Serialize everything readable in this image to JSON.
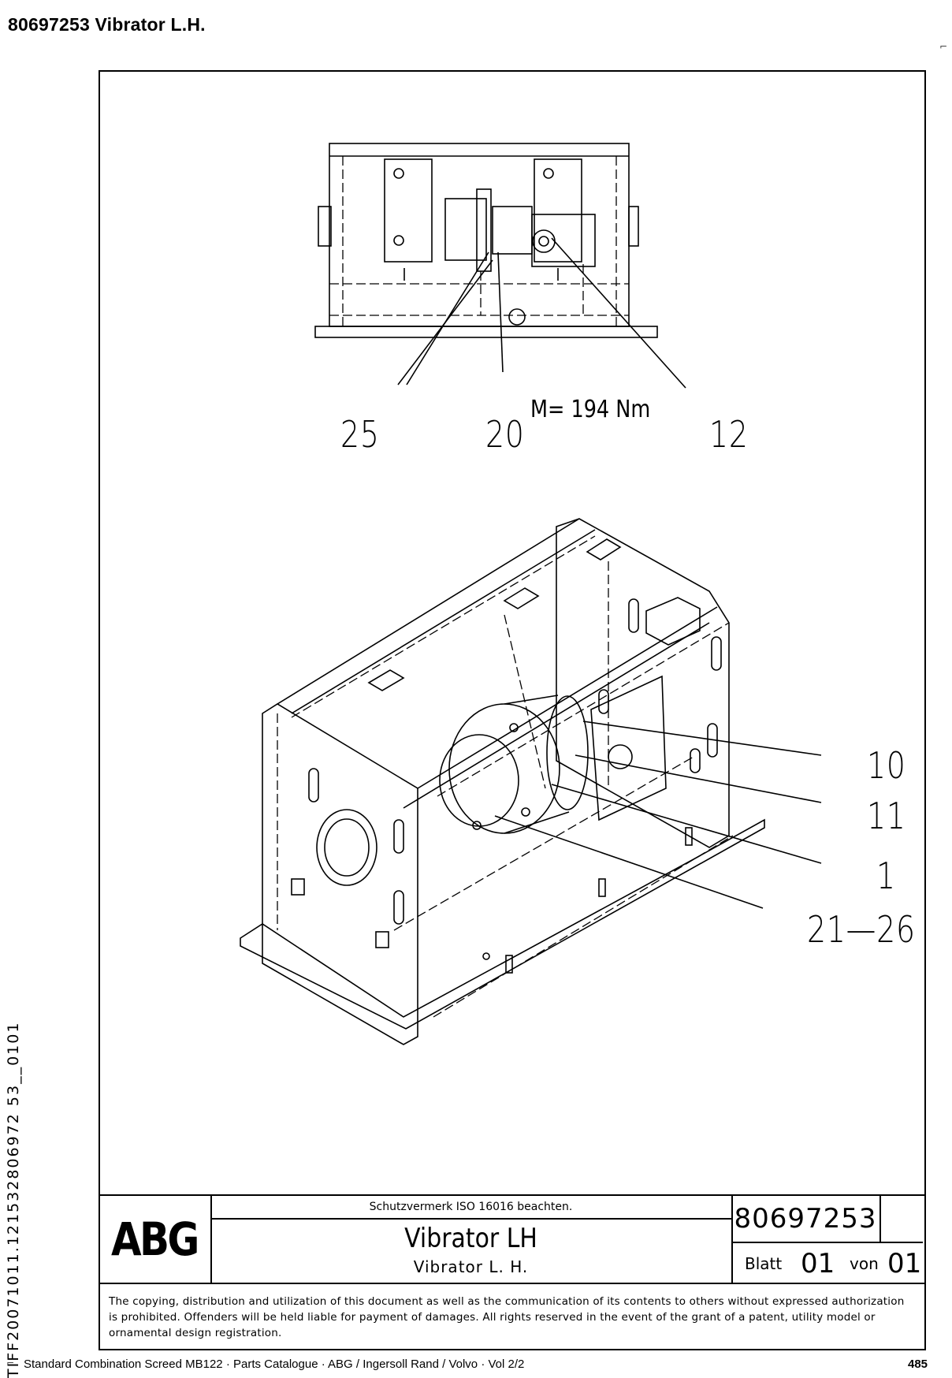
{
  "page": {
    "title": "80697253  Vibrator L.H.",
    "side_code": "TIFF20071011.121532806972 53__0101"
  },
  "drawing": {
    "top_view_callouts": [
      "25",
      "20",
      "12"
    ],
    "torque_note": "M=  194 Nm",
    "iso_view_callouts": [
      "10",
      "11",
      "1",
      "21—26"
    ]
  },
  "title_block": {
    "logo": "ABG",
    "protection_note": "Schutzvermerk ISO 16016 beachten.",
    "title": "Vibrator LH",
    "subtitle": "Vibrator L. H.",
    "drawing_number": "80697253",
    "sheet_label": "Blatt",
    "sheet_number": "01",
    "of_label": "von",
    "sheet_total": "01"
  },
  "copyright": "The copying, distribution and utilization of this document as well as the communication of its contents to others without expressed authorization is prohibited. Offenders will be held liable for payment of damages. All rights reserved in the event of the grant of a patent, utility model or ornamental design registration.",
  "footer": {
    "text": "Standard Combination Screed MB122  ·  Parts Catalogue  ·  ABG / Ingersoll Rand / Volvo  ·  Vol 2/2",
    "page_number": "485"
  }
}
